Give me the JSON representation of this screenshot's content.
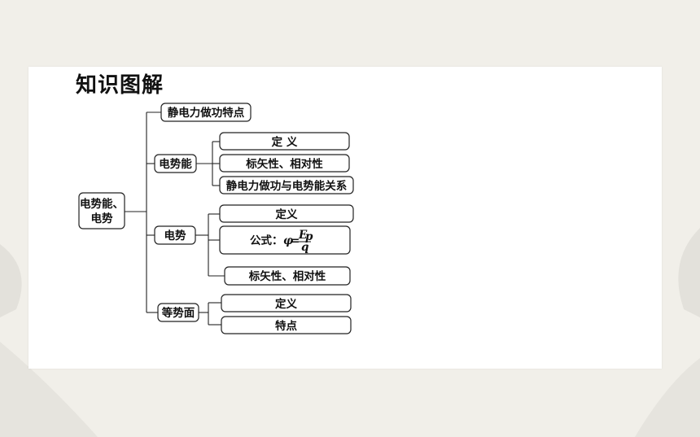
{
  "title": "知识图解",
  "root": {
    "line1": "电势能、",
    "line2": "电势"
  },
  "work_node": "静电力做功特点",
  "potential_energy": {
    "label": "电势能",
    "items": [
      "定 义",
      "标矢性、相对性",
      "静电力做功与电势能关系"
    ]
  },
  "potential": {
    "label": "电势",
    "definition": "定义",
    "formula": {
      "prefix": "公式：",
      "lhs": "φ",
      "eq": "=",
      "numerator": "E",
      "numerator_sub": "p",
      "denominator": "q"
    },
    "property": "标矢性、相对性"
  },
  "equipotential": {
    "label": "等势面",
    "items": [
      "定义",
      "特点"
    ]
  },
  "colors": {
    "background": "#f1efe9",
    "slide": "#ffffff",
    "stroke": "#222222"
  }
}
